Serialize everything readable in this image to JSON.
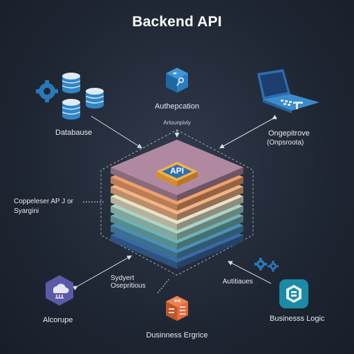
{
  "title": "Backend API",
  "stack": {
    "badge_label": "API",
    "layer_colors": [
      "#b089a0",
      "#f0a06a",
      "#f2b588",
      "#e7e3c9",
      "#a9d4c6",
      "#6fb3b5",
      "#4e8fb6",
      "#3a6aa3"
    ]
  },
  "nodes": {
    "authentication": {
      "label": "Authepcation",
      "sublabel": "Artounpivly",
      "icon": "key-cube-icon"
    },
    "database": {
      "label": "Databause",
      "icon": "database-icon"
    },
    "operations": {
      "label": "Ongepitrove",
      "sublabel": "(Onpsroota)",
      "icon": "laptop-icon"
    },
    "copy_api": {
      "label_line1": "Coppeleser  AP J or",
      "label_line2": "Syargini"
    },
    "sydyert": {
      "label_line1": "Sydyert",
      "label_line2": "Osepritious"
    },
    "autitiaues": {
      "label": "Autitiaues",
      "icon": "gears-icon"
    },
    "alcorupe": {
      "label": "Alcorupe",
      "icon": "cloud-hexagon-icon"
    },
    "business_engine": {
      "label": "Dusinness Ergrice",
      "icon": "server-cube-icon"
    },
    "business_logic": {
      "label": "Businesss Logic",
      "icon": "logic-cube-icon"
    }
  },
  "colors": {
    "background": "#1f2633",
    "accent_blue": "#2d7fc1",
    "accent_purple": "#5b5aa8",
    "accent_orange": "#e56a3a",
    "teal": "#1b8aa6"
  }
}
